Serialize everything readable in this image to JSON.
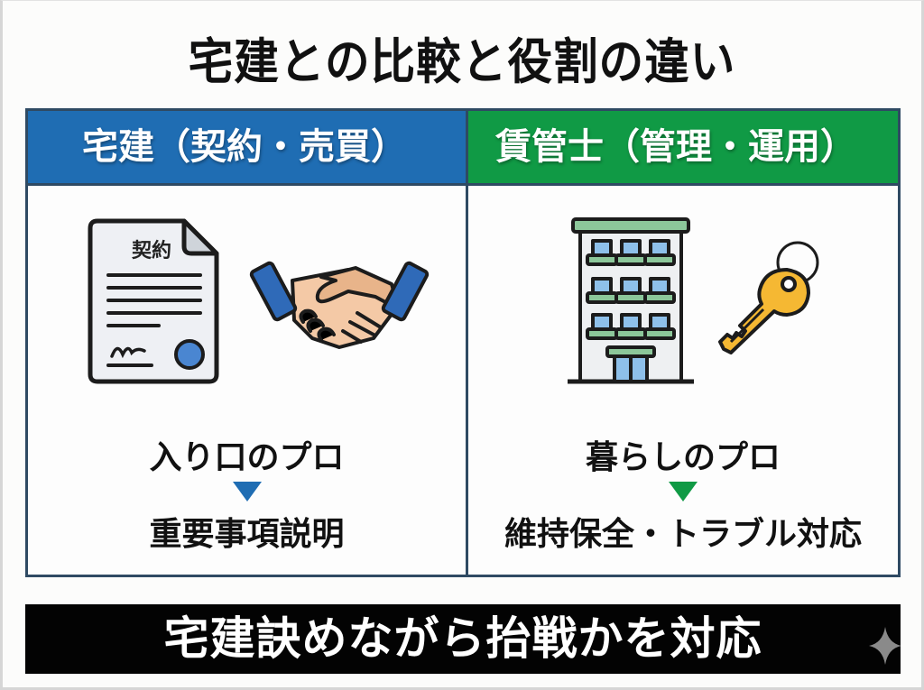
{
  "title": "宅建との比較と役割の違い",
  "columns": [
    {
      "header": "宅建（契約・売買）",
      "header_color": "#1f6db3",
      "icons": [
        "contract-document-icon",
        "handshake-icon"
      ],
      "document_label": "契約",
      "line1": "入り口のプロ",
      "arrow_color": "#1f6db3",
      "line2": "重要事項説明"
    },
    {
      "header": "賃管士（管理・運用）",
      "header_color": "#109a45",
      "icons": [
        "apartment-building-icon",
        "key-icon"
      ],
      "line1": "暮らしのプロ",
      "arrow_color": "#109a45",
      "line2": "維持保全・トラブル対応"
    }
  ],
  "banner": "宅建訣めながら抬戦かを対応",
  "colors": {
    "border": "#2f4a63",
    "blue": "#1f6db3",
    "green": "#109a45",
    "banner_bg": "#030303"
  }
}
